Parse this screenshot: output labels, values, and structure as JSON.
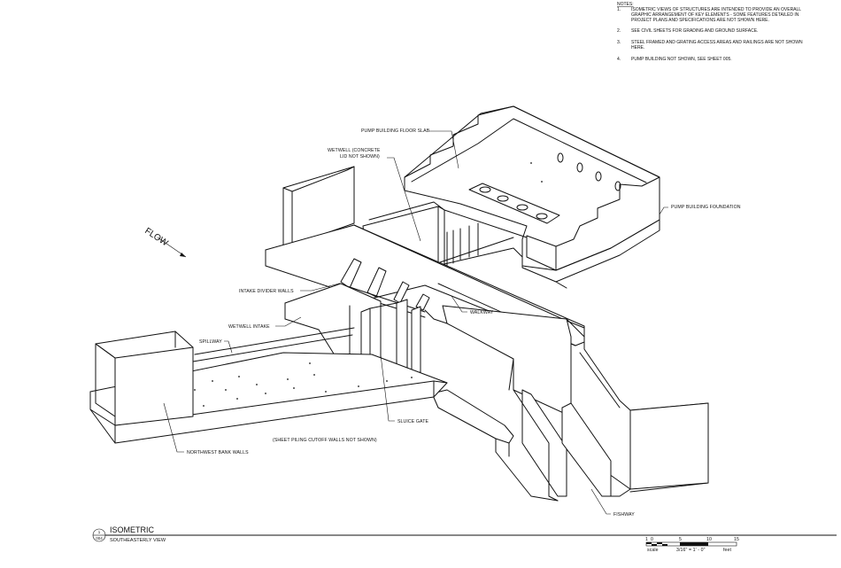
{
  "notes": {
    "heading": "NOTES:",
    "items": [
      {
        "num": "1.",
        "lines": [
          "ISOMETRIC VIEWS OF STRUCTURES ARE INTENDED TO PROVIDE AN OVERALL",
          "GRAPHIC ARRANGEMENT OF KEY ELEMENTS - SOME FEATURES DETAILED IN",
          "PROJECT PLANS AND SPECIFICATIONS ARE NOT SHOWN HERE."
        ]
      },
      {
        "num": "2.",
        "lines": [
          "SEE CIVIL SHEETS FOR GRADING AND GROUND SURFACE."
        ]
      },
      {
        "num": "3.",
        "lines": [
          "STEEL FRAMED AND GRATING ACCESS AREAS AND RAILINGS ARE NOT SHOWN",
          "HERE."
        ]
      },
      {
        "num": "4.",
        "lines": [
          "PUMP BUILDING NOT SHOWN, SEE SHEET 005."
        ]
      }
    ]
  },
  "labels": {
    "pump_floor_slab": "PUMP BUILDING FLOOR SLAB",
    "wetwell_lid_1": "WETWELL (CONCRETE",
    "wetwell_lid_2": "LID NOT SHOWN)",
    "pump_foundation": "PUMP BUILDING FOUNDATION",
    "flow": "FLOW",
    "intake_divider": "INTAKE DIVIDER WALLS",
    "walkway": "WALKWAY",
    "wetwell_intake": "WETWELL INTAKE",
    "spillway": "SPILLWAY",
    "sluice_gate": "SLUICE GATE",
    "sheet_piling": "(SHEET PILING CUTOFF WALLS NOT SHOWN)",
    "northwest_bank": "NORTHWEST BANK WALLS",
    "fishway": "FISHWAY"
  },
  "title_block": {
    "view_number": "1",
    "sheet_number": "004",
    "title": "ISOMETRIC",
    "subtitle": "SOUTHEASTERLY VIEW"
  },
  "scale_bar": {
    "ticks": [
      "1",
      "0",
      "5",
      "10",
      "15"
    ],
    "scale_word": "scale",
    "ratio": "3/16\" = 1' - 0\"",
    "unit": "feet"
  }
}
